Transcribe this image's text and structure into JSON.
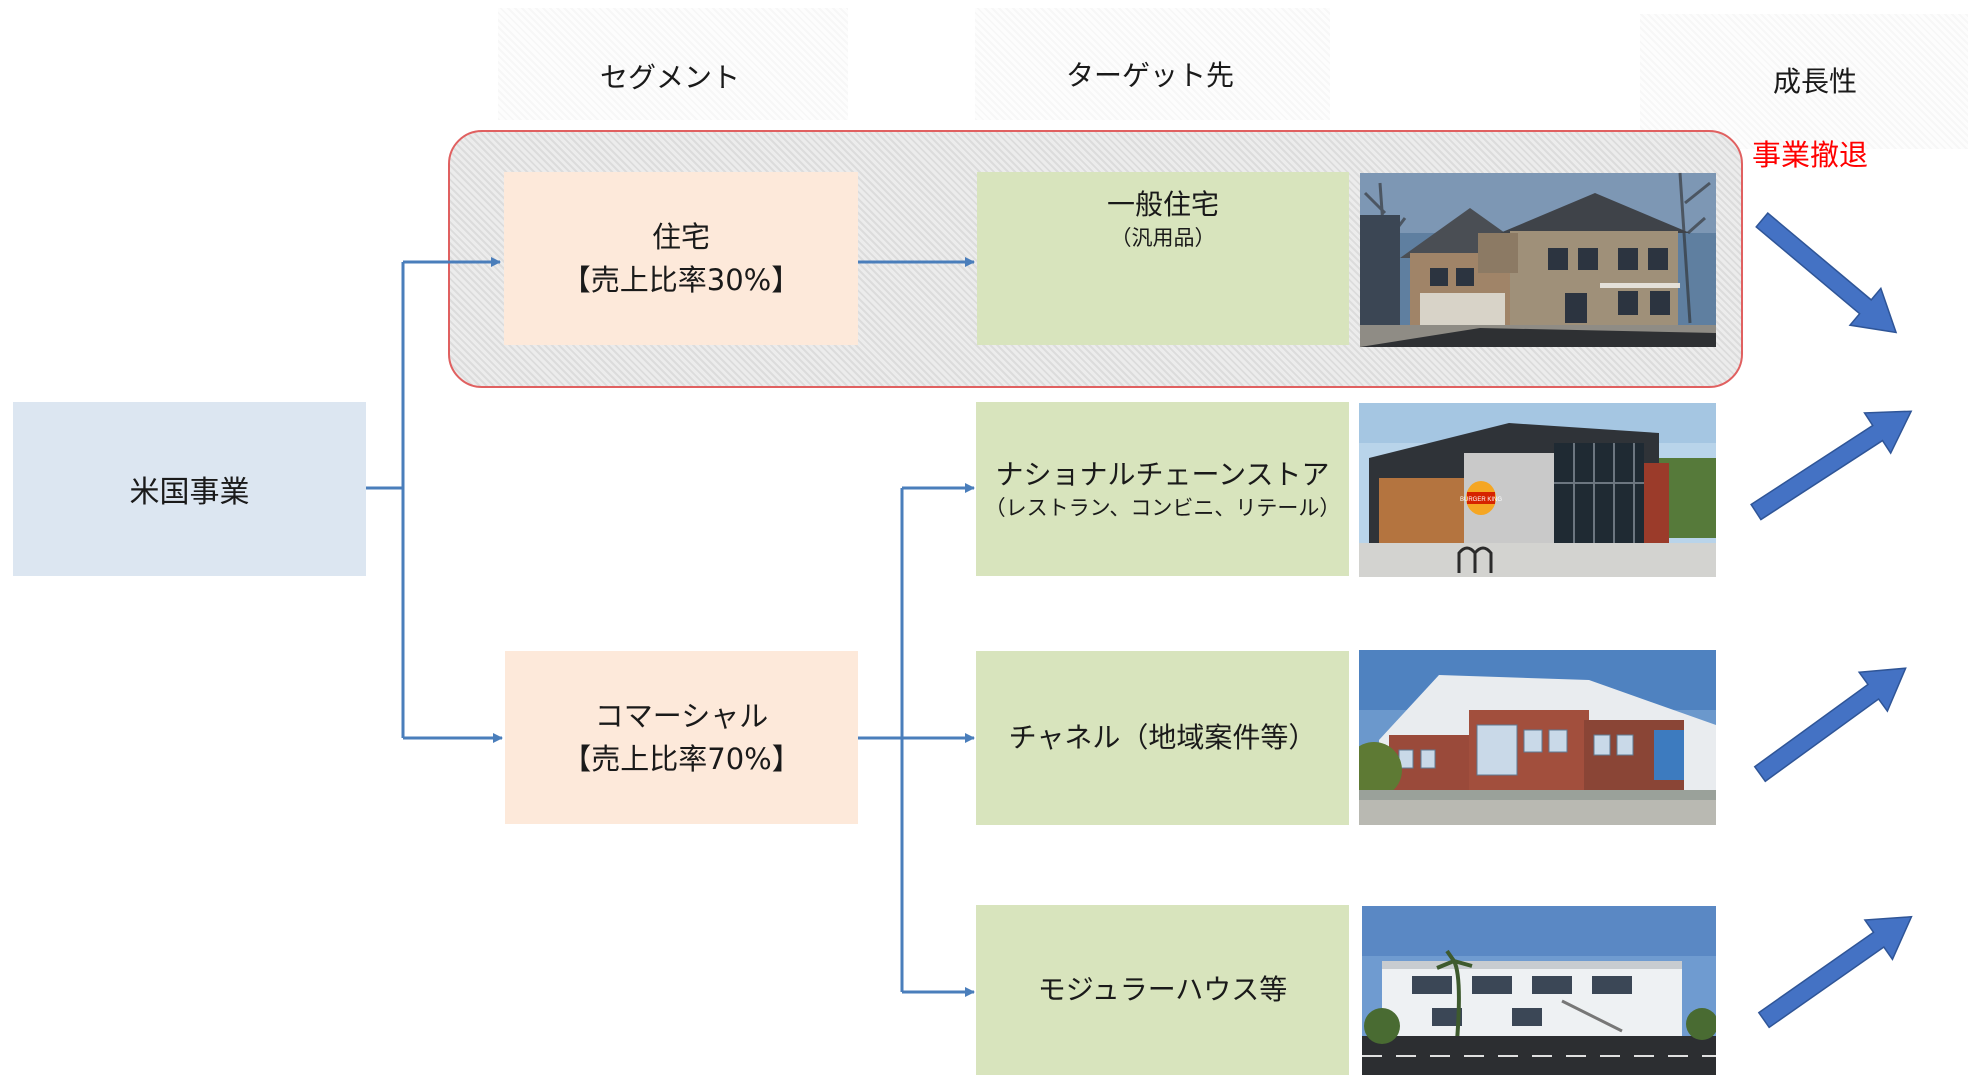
{
  "headers": {
    "segment": "セグメント",
    "target": "ターゲット先",
    "growth": "成長性"
  },
  "us_business": "米国事業",
  "segments": {
    "housing": {
      "name": "住宅",
      "ratio": "【売上比率30%】"
    },
    "commercial": {
      "name": "コマーシャル",
      "ratio": "【売上比率70%】"
    }
  },
  "withdrawal_label": "事業撤退",
  "targets": [
    {
      "name": "一般住宅",
      "sub": "（汎用品）",
      "growth": "down",
      "photo": "suburban-house"
    },
    {
      "name": "ナショナルチェーンストア",
      "sub": "（レストラン、コンビニ、リテール）",
      "growth": "up",
      "photo": "burger-king-restaurant"
    },
    {
      "name": "チャネル（地域案件等）",
      "sub": "",
      "growth": "up",
      "photo": "brick-office-building"
    },
    {
      "name": "モジュラーハウス等",
      "sub": "",
      "growth": "up",
      "photo": "modular-two-story-building"
    }
  ],
  "colors": {
    "connector": "#4a7ebb",
    "growth_arrow": "#4472c4",
    "withdraw_border": "#e06060",
    "withdraw_text": "#ff0000",
    "us_box": "#dce6f1",
    "segment_box": "#fde9da",
    "target_box": "#d8e4bd"
  },
  "photo_logo": {
    "burger_king": "BURGER KING"
  }
}
